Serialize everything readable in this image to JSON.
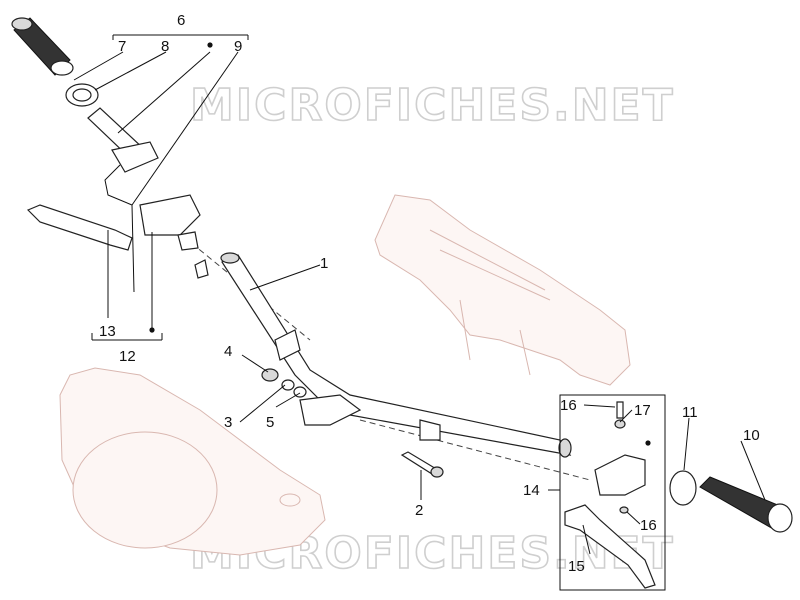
{
  "watermark": "MICROFICHES.NET",
  "callouts": {
    "c1": "1",
    "c2": "2",
    "c3": "3",
    "c4": "4",
    "c5": "5",
    "c6": "6",
    "c7": "7",
    "c8": "8",
    "c9": "9",
    "c10": "10",
    "c11": "11",
    "c12": "12",
    "c13": "13",
    "c14": "14",
    "c15": "15",
    "c16a": "16",
    "c16b": "16",
    "c17": "17"
  }
}
